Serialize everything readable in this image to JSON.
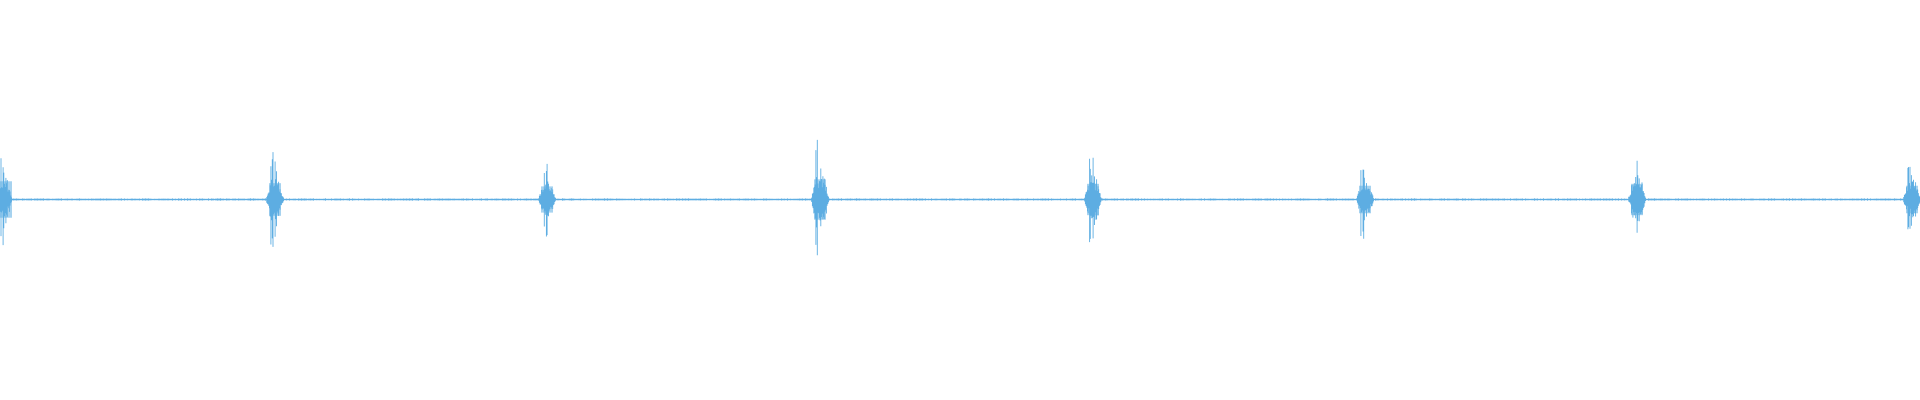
{
  "waveform": {
    "color": "#5dade2",
    "background": "#ffffff",
    "burst_count": 8,
    "burst_relative_peaks": [
      0.57,
      0.51,
      0.41,
      0.63,
      0.49,
      0.43,
      0.49,
      0.43
    ]
  }
}
